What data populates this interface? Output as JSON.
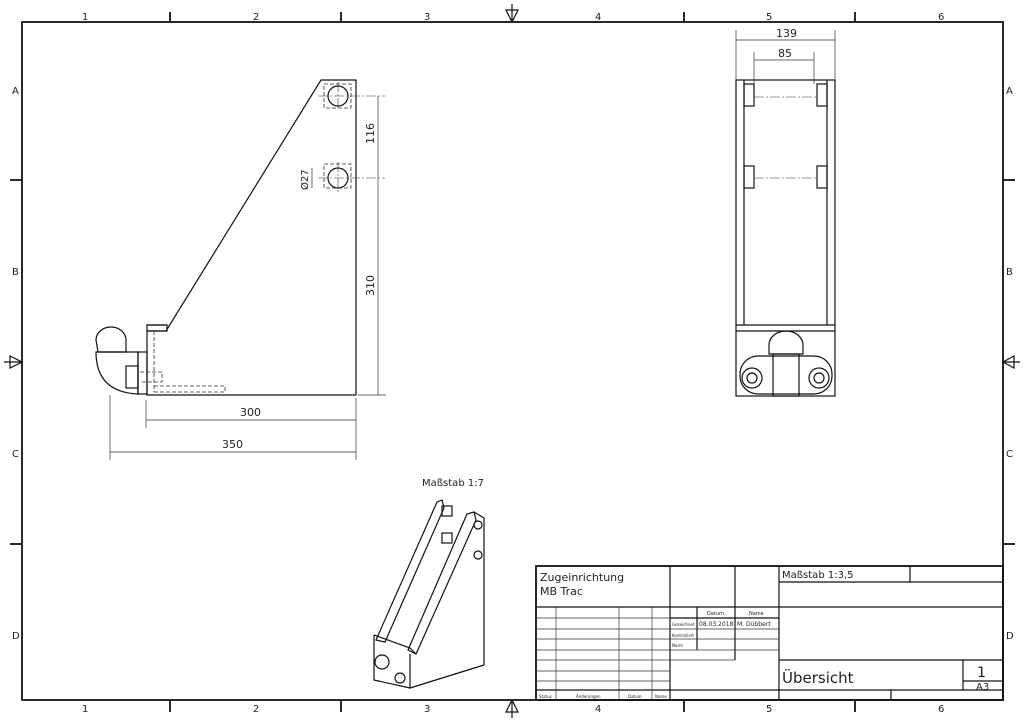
{
  "sheet": {
    "zone_columns": [
      "1",
      "2",
      "3",
      "4",
      "5",
      "6"
    ],
    "zone_rows": [
      "A",
      "B",
      "C",
      "D"
    ]
  },
  "side_view": {
    "dim_width_total": "350",
    "dim_width_plate": "300",
    "dim_height": "310",
    "dim_hole_spacing": "116",
    "dim_hole_diameter": "Ø27"
  },
  "front_view": {
    "dim_outer_width": "139",
    "dim_hole_distance": "85"
  },
  "iso_view": {
    "scale_label": "Maßstab 1:7"
  },
  "title_block": {
    "title_line1": "Zugeinrichtung",
    "title_line2": "MB Trac",
    "scale": "Maßstab 1:3,5",
    "col_datum": "Datum",
    "col_name": "Name",
    "row_gezeichnet": "Gezeichnet",
    "row_kontrolliert": "Kontrolliert",
    "row_norm": "Norm",
    "drawn_date": "08.03.2018",
    "drawn_name": "M. Dübbert",
    "drawing_name": "Übersicht",
    "sheet_number": "1",
    "sheet_format": "A3",
    "rev_status": "Status",
    "rev_changes": "Änderungen",
    "rev_date": "Datum",
    "rev_name": "Name"
  }
}
